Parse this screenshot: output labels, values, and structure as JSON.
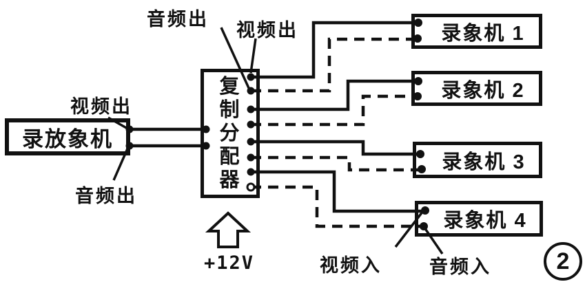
{
  "diagram": {
    "title_hint": "video duplication wiring diagram",
    "player": {
      "label": "录放象机"
    },
    "distributor": {
      "label": "复制分配器"
    },
    "recorders": [
      {
        "label": "录象机 1"
      },
      {
        "label": "录象机 2"
      },
      {
        "label": "录象机 3"
      },
      {
        "label": "录象机 4"
      }
    ],
    "labels": {
      "top_audio_out": "音频出",
      "top_video_out": "视频出",
      "player_video_out": "视频出",
      "player_audio_out": "音频出",
      "power": "+12V",
      "video_in": "视频入",
      "audio_in": "音频入"
    },
    "figure_number": "2",
    "line_styles": {
      "video": "solid",
      "audio": "dashed"
    },
    "colors": {
      "ink": "#111111",
      "paper": "#ffffff"
    }
  }
}
